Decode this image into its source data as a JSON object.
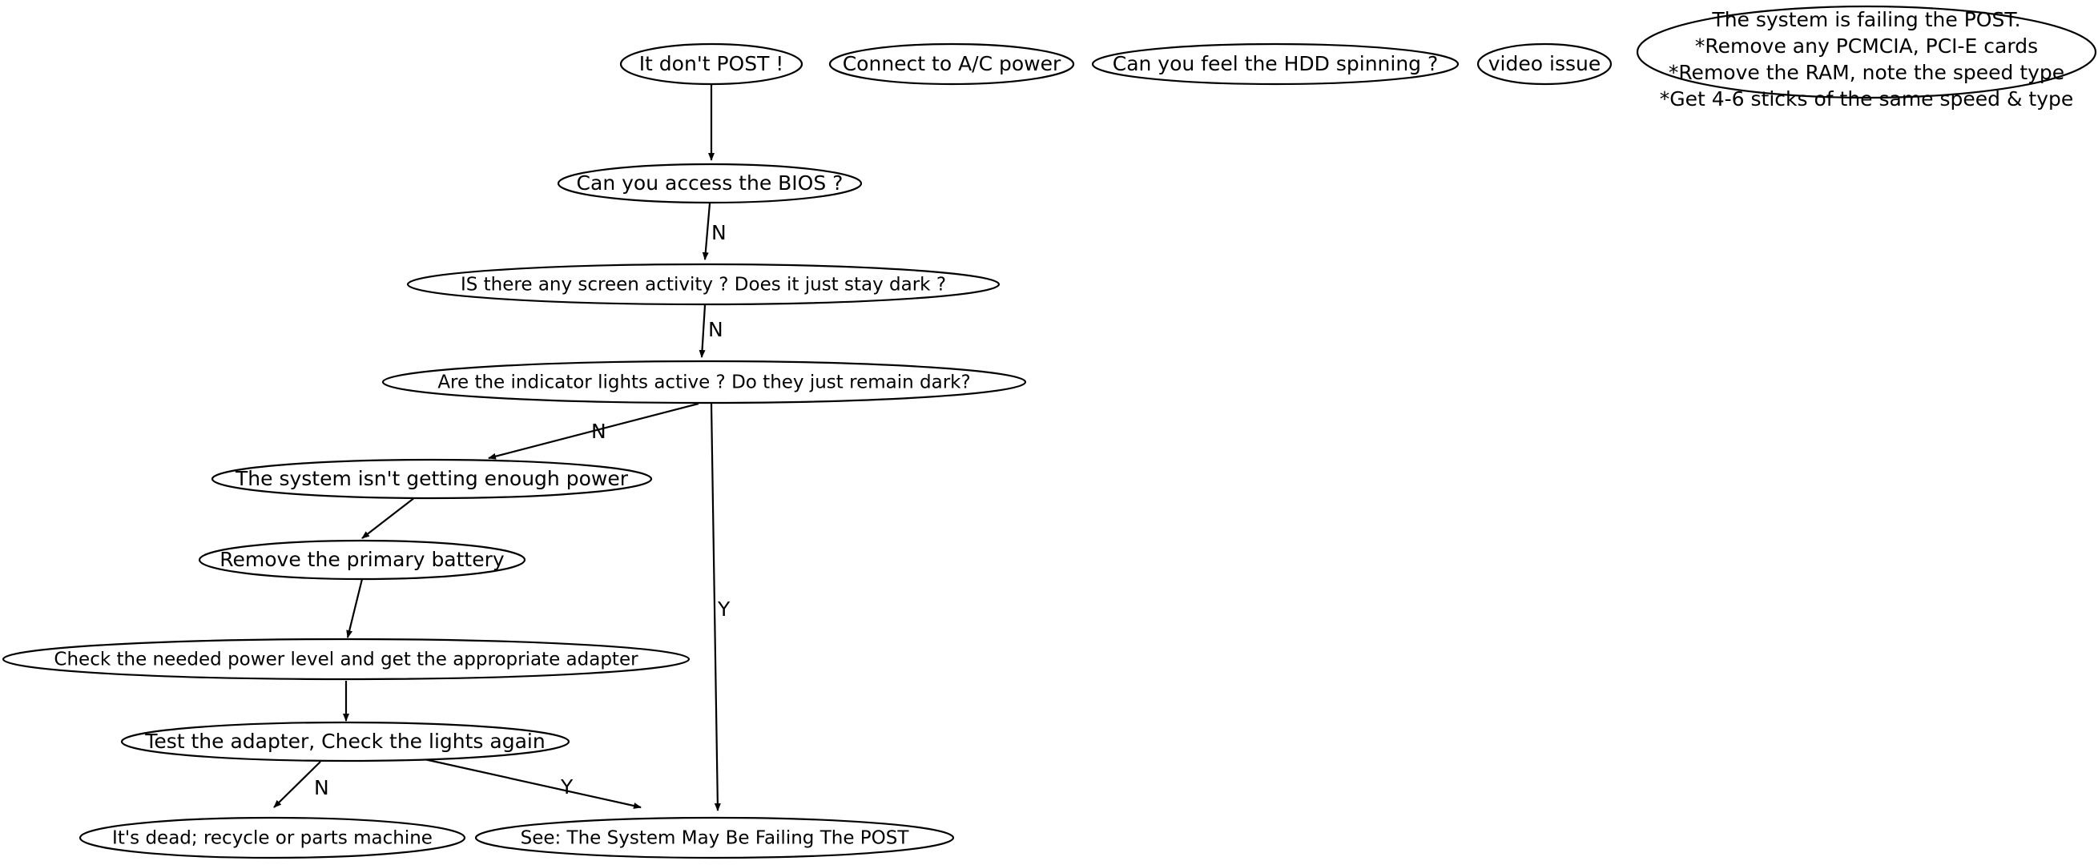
{
  "diagram": {
    "title": "It don't POST ! troubleshooting flowchart",
    "background_color": "#ffffff",
    "stroke_color": "#000000",
    "text_color": "#000000",
    "nodes": [
      {
        "id": "post",
        "label": "It don't POST !"
      },
      {
        "id": "ac_power",
        "label": "Connect to A/C power"
      },
      {
        "id": "hdd",
        "label": "Can you feel the HDD spinning ?"
      },
      {
        "id": "video",
        "label": "video issue"
      },
      {
        "id": "bios",
        "label": "Can you access the BIOS ?"
      },
      {
        "id": "screen",
        "label": "IS there any screen activity ? Does it just stay dark ?"
      },
      {
        "id": "lights",
        "label": "Are the indicator lights active ? Do they just remain dark?"
      },
      {
        "id": "not_enough_power",
        "label": "The system isn't getting enough power"
      },
      {
        "id": "remove_battery",
        "label": "Remove the primary battery"
      },
      {
        "id": "check_power",
        "label": "Check the needed power level and get the appropriate adapter"
      },
      {
        "id": "test_adapter",
        "label": "Test the adapter, Check the lights again"
      },
      {
        "id": "dead",
        "label": "It's dead; recycle or parts machine"
      },
      {
        "id": "see_post",
        "label": "See: The System May Be Failing The POST"
      }
    ],
    "note": {
      "id": "post_note",
      "lines": [
        "The system is failing the POST.",
        "*Remove any PCMCIA, PCI-E cards",
        "*Remove the RAM, note the speed  type",
        "*Get 4-6 sticks of the same speed & type"
      ]
    },
    "edges": [
      {
        "id": "e1",
        "from": "post",
        "to": "bios",
        "label": ""
      },
      {
        "id": "e2",
        "from": "bios",
        "to": "screen",
        "label": "N"
      },
      {
        "id": "e3",
        "from": "screen",
        "to": "lights",
        "label": "N"
      },
      {
        "id": "e4",
        "from": "lights",
        "to": "not_enough_power",
        "label": "N"
      },
      {
        "id": "e5",
        "from": "lights",
        "to": "see_post",
        "label": "Y"
      },
      {
        "id": "e6",
        "from": "not_enough_power",
        "to": "remove_battery",
        "label": ""
      },
      {
        "id": "e7",
        "from": "remove_battery",
        "to": "check_power",
        "label": ""
      },
      {
        "id": "e8",
        "from": "check_power",
        "to": "test_adapter",
        "label": ""
      },
      {
        "id": "e9",
        "from": "test_adapter",
        "to": "dead",
        "label": "N"
      },
      {
        "id": "e10",
        "from": "test_adapter",
        "to": "see_post",
        "label": "Y"
      }
    ]
  }
}
